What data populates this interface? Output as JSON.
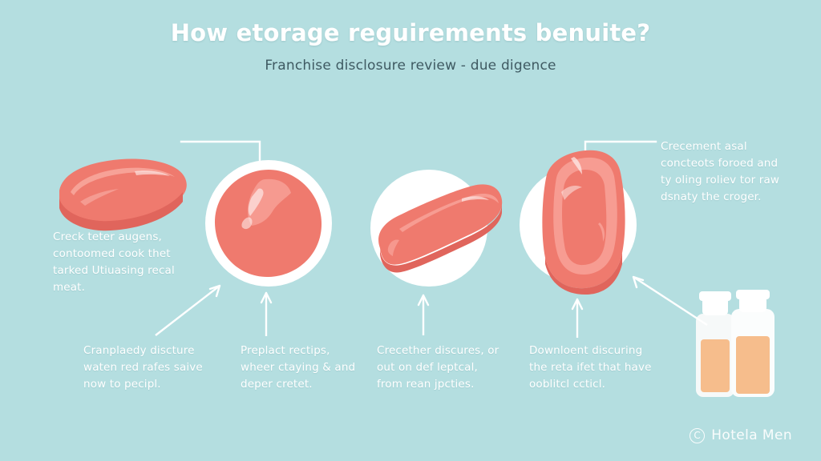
{
  "header": {
    "title": "How etorage reguirements benuite?",
    "subtitle": "Franchise disclosure review - due digence"
  },
  "notes": {
    "left": "Creck teter augens, contoomed cook thet tarked Utiuasing recal meat.",
    "right": "Crecement asal concteots foroed and ty oling roliev tor raw dsnaty the croger."
  },
  "steps": [
    {
      "id": "step-1",
      "illustration": "meat-slab-icon",
      "caption": "Cranplaedy discture waten red rafes saive now to pecipl."
    },
    {
      "id": "step-2",
      "illustration": "round-ham-slice-icon",
      "caption": "Preplact rectips, wheer ctaying & and deper cretet."
    },
    {
      "id": "step-3",
      "illustration": "diagonal-steak-icon",
      "caption": "Crecether discures, or out on def leptcal, from rean jpcties."
    },
    {
      "id": "step-4",
      "illustration": "large-steak-icon",
      "caption": "Downloent discuring the reta ifet that have ooblitcl ccticl."
    }
  ],
  "bottles": {
    "name": "two-bottles-icon",
    "count": 2
  },
  "footer": {
    "mark": "C",
    "brand": "Hotela Men"
  },
  "colors": {
    "background": "#b4dee0",
    "meat_fill": "#ef7a6e",
    "meat_light": "#f59a90",
    "meat_shadow": "#e0655c",
    "white": "#ffffff",
    "subtitle_text": "#3f5a62",
    "bottle_liquid": "#f6bd8c"
  }
}
